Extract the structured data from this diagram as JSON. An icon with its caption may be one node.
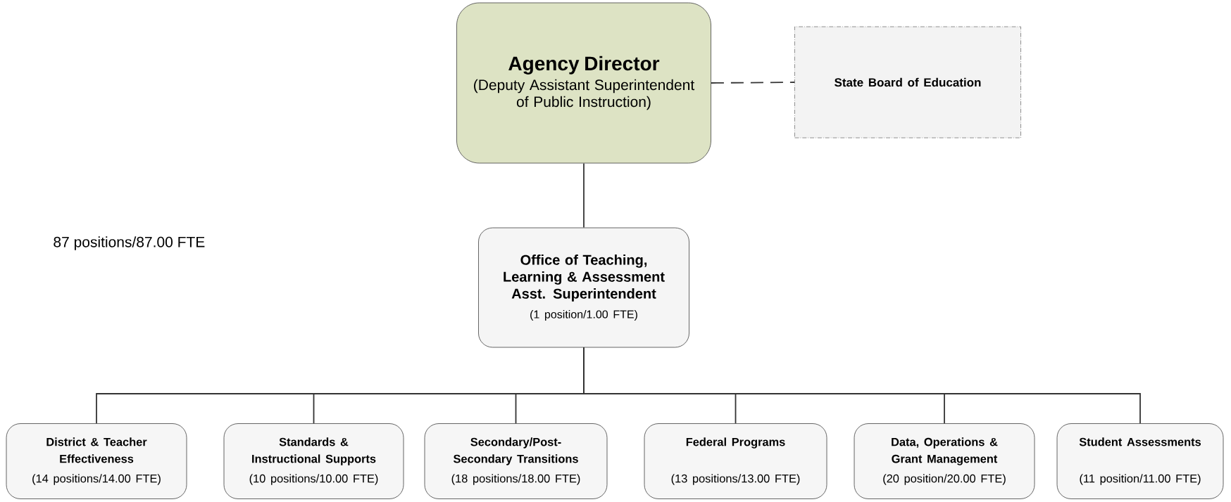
{
  "diagram": {
    "nodes": [
      {
        "text": [
          "Agency Director",
          "(Deputy Assistant Superintendent of Public Instruction)"
        ]
      },
      {
        "text": [
          "State Board of Education"
        ]
      },
      {
        "text": [
          "Office of Teaching, Learning & Assessment Asst. Superintendent",
          "(1 position/1.00 FTE)"
        ]
      },
      {
        "text": [
          "District & Teacher Effectiveness",
          "(14 positions/14.00 FTE)"
        ]
      },
      {
        "text": [
          "Standards & Instructional Supports",
          "(10 positions/10.00 FTE)"
        ]
      },
      {
        "text": [
          "Secondary/Post-Secondary Transitions",
          "(18 positions/18.00 FTE)"
        ]
      },
      {
        "text": [
          "Federal Programs",
          "(13 positions/13.00 FTE)"
        ]
      },
      {
        "text": [
          "Data, Operations & Grant Management",
          "(20 position/20.00 FTE)"
        ]
      },
      {
        "text": [
          "Student Assessments",
          "(11 position/11.00 FTE)"
        ]
      }
    ],
    "edges": [
      {
        "from": 0,
        "to": 1,
        "arrow": "none",
        "style": "dashed"
      },
      {
        "from": 0,
        "to": 2,
        "arrow": "none"
      },
      {
        "from": 2,
        "to": 3,
        "arrow": "none"
      },
      {
        "from": 2,
        "to": 4,
        "arrow": "none"
      },
      {
        "from": 2,
        "to": 5,
        "arrow": "none"
      },
      {
        "from": 2,
        "to": 6,
        "arrow": "none"
      },
      {
        "from": 2,
        "to": 7,
        "arrow": "none"
      },
      {
        "from": 2,
        "to": 8,
        "arrow": "none"
      }
    ],
    "labels": [
      "87 positions/87.00 FTE"
    ]
  }
}
